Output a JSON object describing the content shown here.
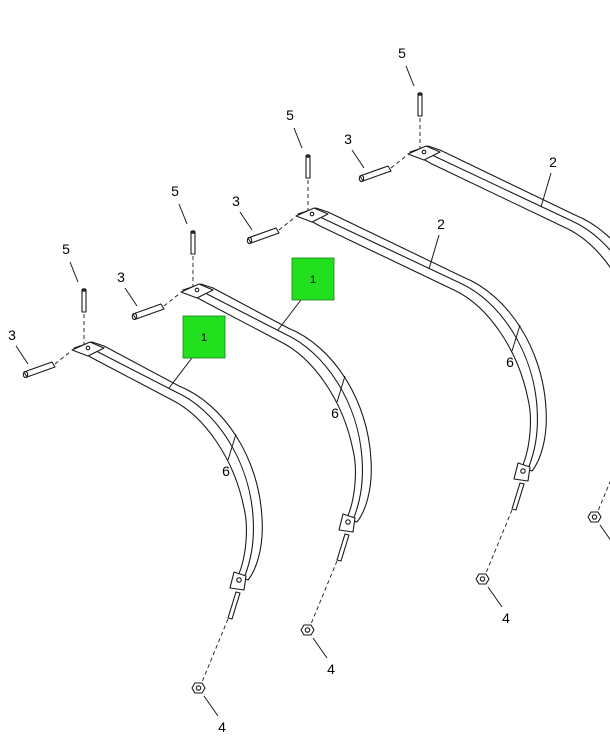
{
  "colors": {
    "line": "#1a1a1a",
    "highlight": "#22e01e",
    "background": "#ffffff"
  },
  "highlight_label": "1",
  "callout_labels": {
    "bolt": "5",
    "spacer": "3",
    "strap": "2",
    "strap_arc": "6",
    "nut": "4"
  },
  "assemblies": [
    {
      "highlighted": true,
      "strap_label": "1"
    },
    {
      "highlighted": true,
      "strap_label": "1"
    },
    {
      "highlighted": false,
      "strap_label": "2"
    },
    {
      "highlighted": false,
      "strap_label": "2"
    }
  ]
}
